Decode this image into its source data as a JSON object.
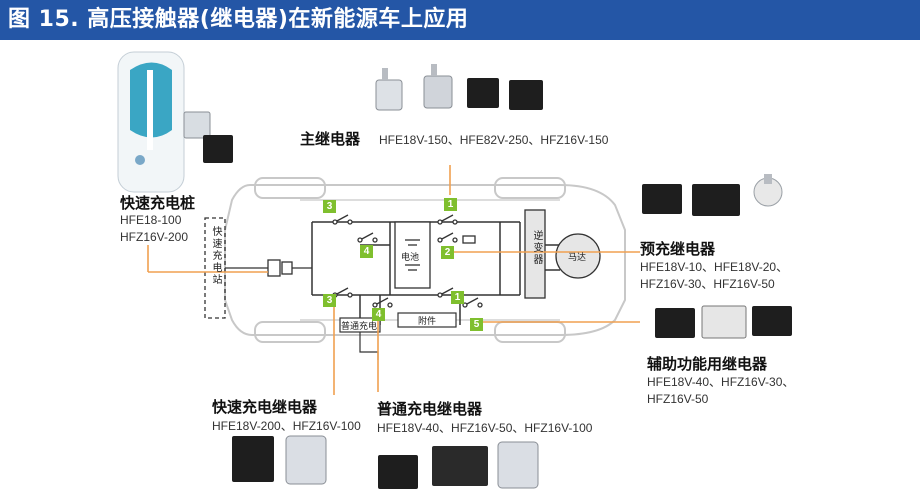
{
  "header": {
    "title": "图 15. 高压接触器(继电器)在新能源车上应用"
  },
  "groups": {
    "main_relay": {
      "title": "主继电器",
      "models": "HFE18V-150、HFE82V-250、HFZ16V-150"
    },
    "charging_pile": {
      "title": "快速充电桩",
      "models": [
        "HFE18-100",
        "HFZ16V-200"
      ]
    },
    "precharge_relay": {
      "title": "预充继电器",
      "models": [
        "HFE18V-10、HFE18V-20、",
        "HFZ16V-30、HFZ16V-50"
      ]
    },
    "aux_relay": {
      "title": "辅助功能用继电器",
      "models": [
        "HFE18V-40、HFZ16V-30、",
        "HFZ16V-50"
      ]
    },
    "fast_charge_relay": {
      "title": "快速充电继电器",
      "models": "HFE18V-200、HFZ16V-100"
    },
    "normal_charge_relay": {
      "title": "普通充电继电器",
      "models": "HFE18V-40、HFZ16V-50、HFZ16V-100"
    }
  },
  "circuit": {
    "charging_station_vertical": "快速充电站",
    "battery": "电池",
    "inverter": "逆变器",
    "motor": "马达",
    "normal_charger": "普通充电",
    "accessory": "附件"
  },
  "badges": [
    "1",
    "1",
    "2",
    "3",
    "3",
    "4",
    "4",
    "5"
  ],
  "colors": {
    "title_bar": "#2456a6",
    "callout_line": "#f0a050",
    "badge": "#7fbf2e"
  }
}
